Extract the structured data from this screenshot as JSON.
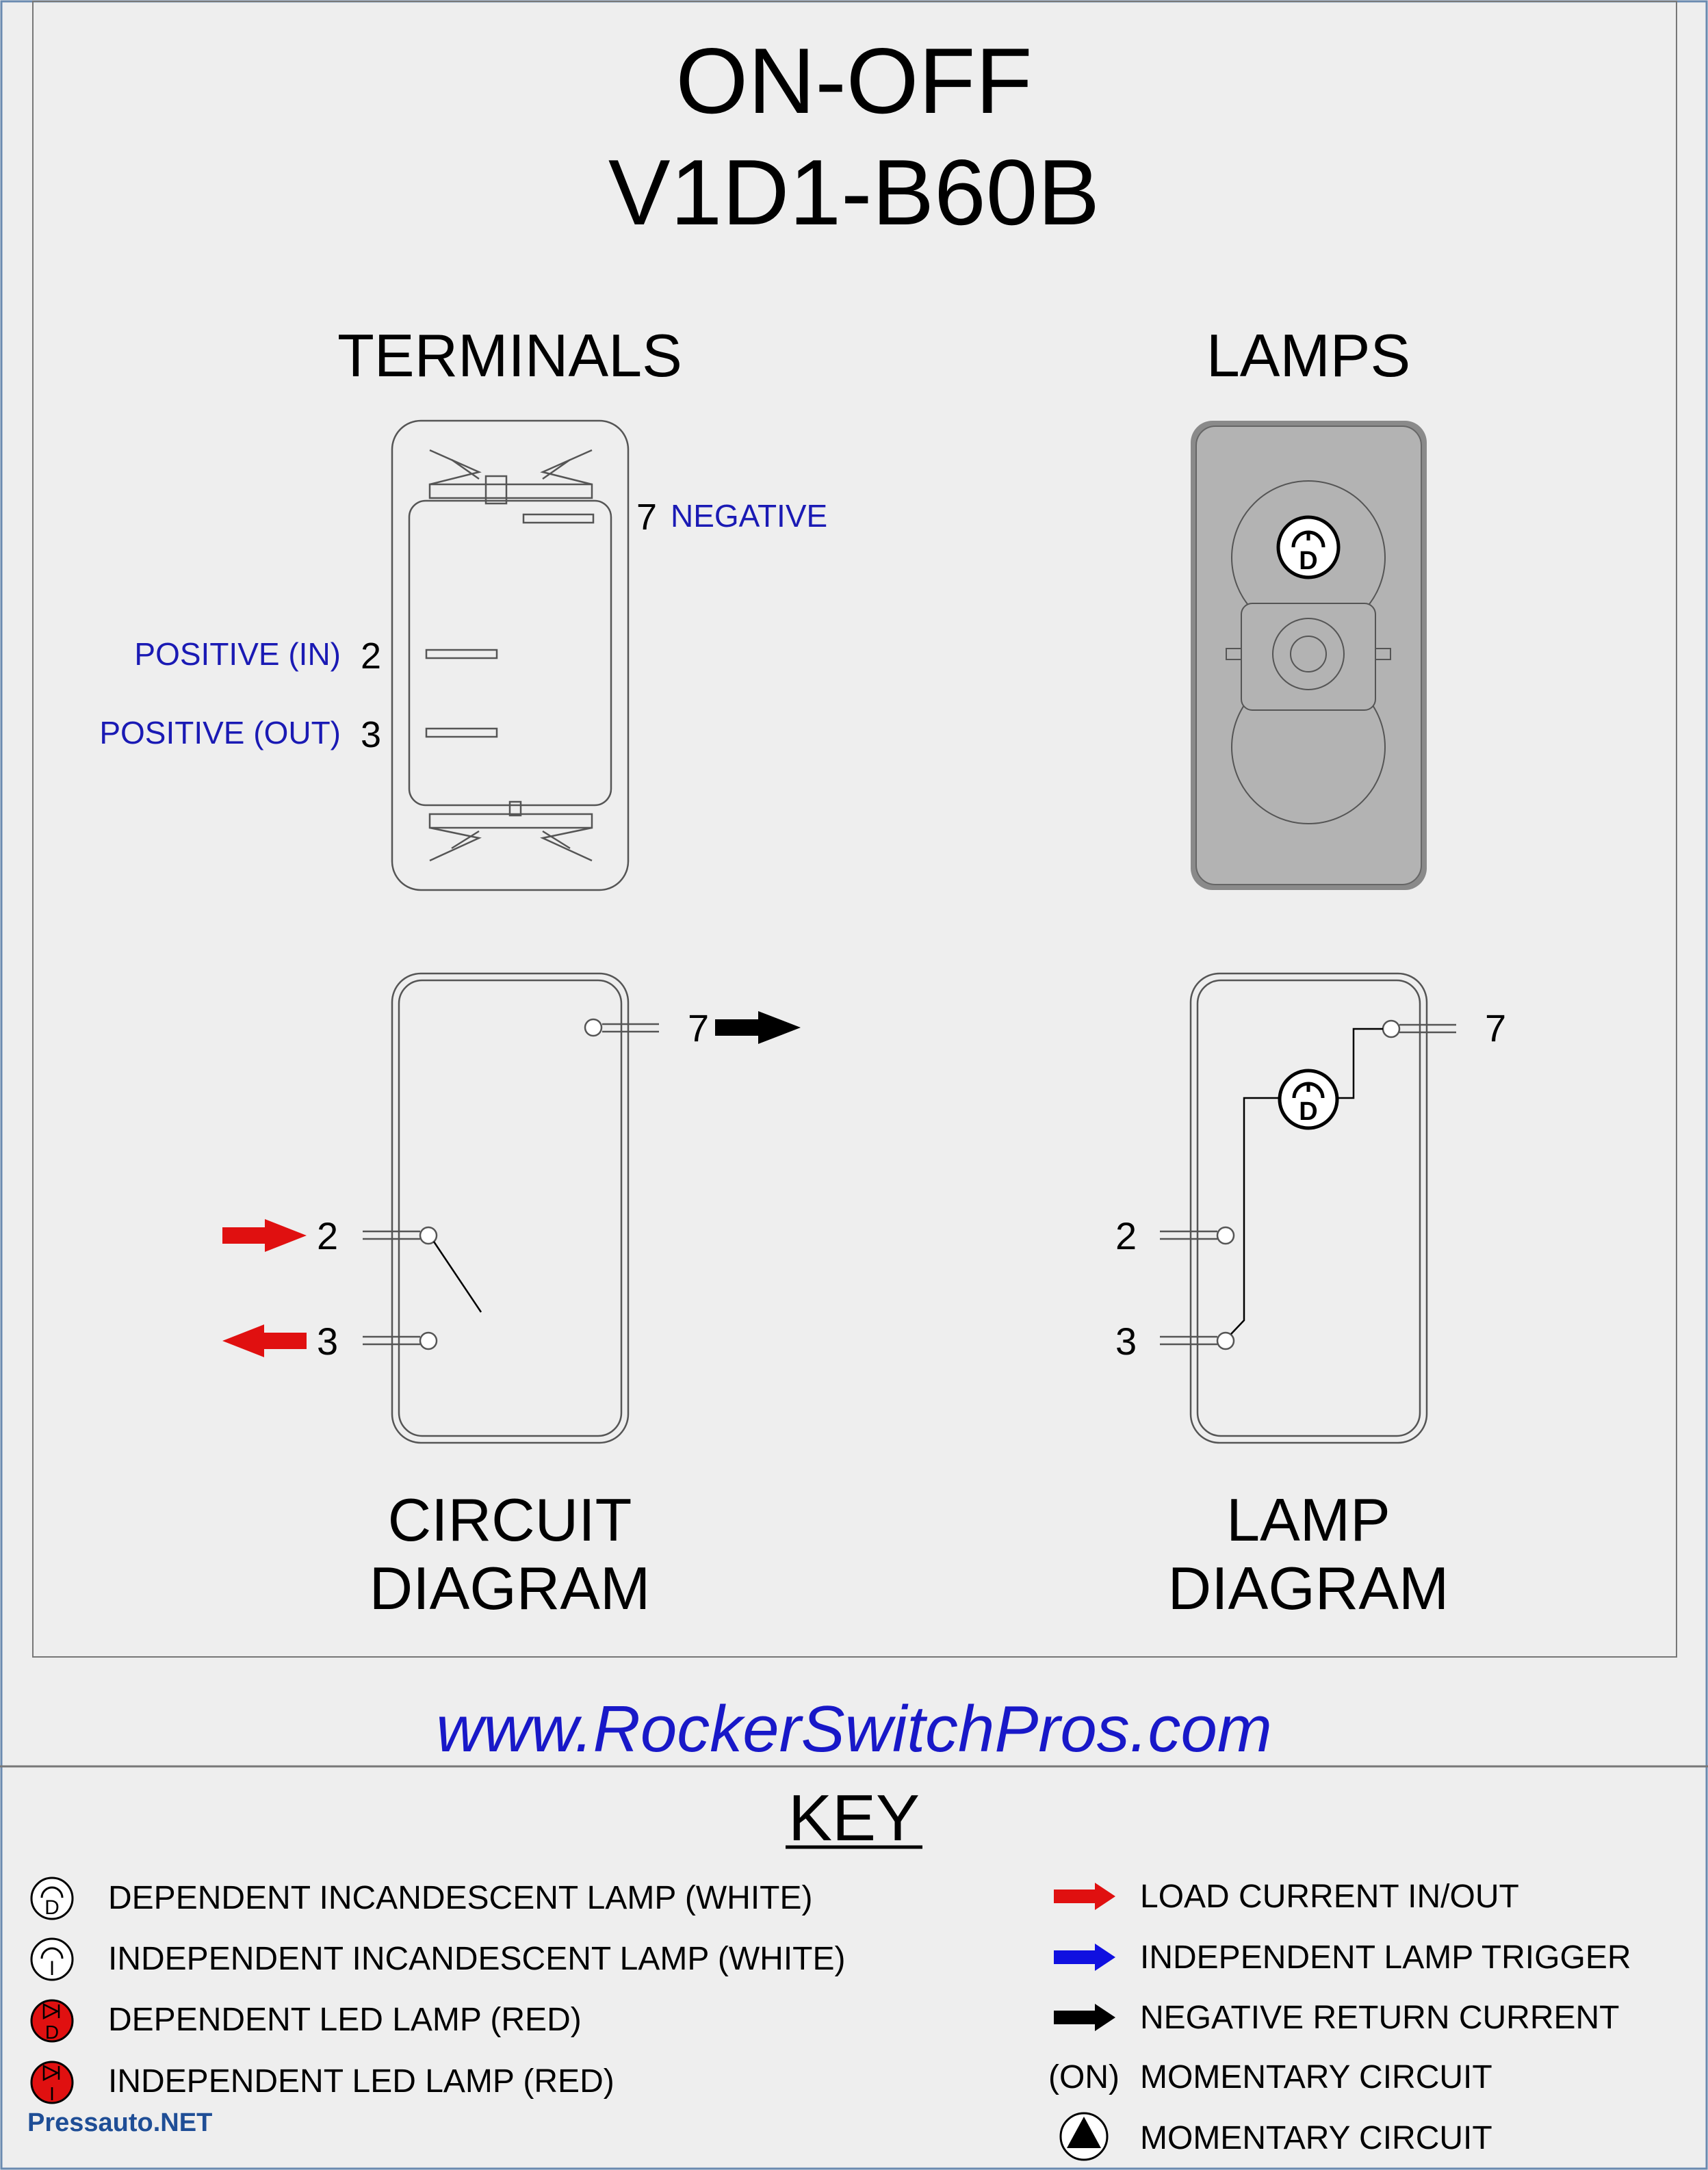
{
  "title": {
    "line1": "ON-OFF",
    "line2": "V1D1-B60B"
  },
  "terminals": {
    "heading": "TERMINALS",
    "pin7_number": "7",
    "pin7_label": "NEGATIVE",
    "pin2_number": "2",
    "pin2_label": "POSITIVE (IN)",
    "pin3_number": "3",
    "pin3_label": "POSITIVE (OUT)"
  },
  "lamps": {
    "heading": "LAMPS",
    "lamp_letter": "D"
  },
  "circuit": {
    "pin7": "7",
    "pin2": "2",
    "pin3": "3",
    "caption_line1": "CIRCUIT",
    "caption_line2": "DIAGRAM"
  },
  "lamp_diagram": {
    "pin7": "7",
    "pin2": "2",
    "pin3": "3",
    "lamp_letter": "D",
    "caption_line1": "LAMP",
    "caption_line2": "DIAGRAM"
  },
  "website": "www.RockerSwitchPros.com",
  "key": {
    "heading": "KEY",
    "left": [
      {
        "icon": "dependent-incandescent-lamp-icon",
        "letter": "D",
        "label": "DEPENDENT INCANDESCENT LAMP (WHITE)"
      },
      {
        "icon": "independent-incandescent-lamp-icon",
        "letter": "I",
        "label": "INDEPENDENT INCANDESCENT LAMP (WHITE)"
      },
      {
        "icon": "dependent-led-lamp-icon",
        "letter": "D",
        "label": "DEPENDENT LED LAMP (RED)"
      },
      {
        "icon": "independent-led-lamp-icon",
        "letter": "I",
        "label": "INDEPENDENT LED LAMP (RED)"
      }
    ],
    "right": [
      {
        "icon": "red-arrow-icon",
        "label": "LOAD CURRENT IN/OUT"
      },
      {
        "icon": "blue-arrow-icon",
        "label": "INDEPENDENT LAMP TRIGGER"
      },
      {
        "icon": "black-arrow-icon",
        "label": "NEGATIVE RETURN CURRENT"
      },
      {
        "icon": "on-text-icon",
        "symbol": "(ON)",
        "label": "MOMENTARY CIRCUIT"
      },
      {
        "icon": "momentary-triangle-icon",
        "label": "MOMENTARY CIRCUIT"
      }
    ]
  },
  "watermark": "Pressauto.NET",
  "colors": {
    "background": "#eeeeee",
    "label_blue": "#1a1ab4",
    "link_blue": "#1818c8",
    "load_red": "#e01010",
    "trigger_blue": "#1010e0",
    "lamp_grey": "#b3b3b3"
  }
}
